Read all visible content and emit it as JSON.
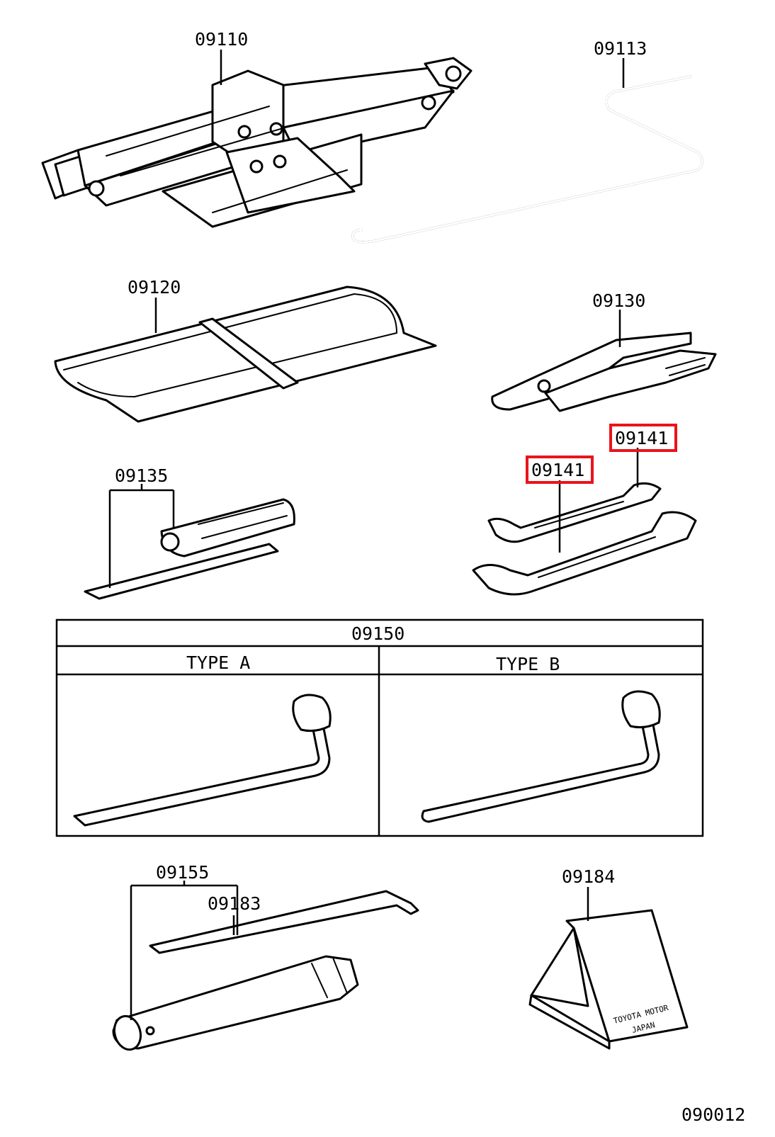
{
  "parts": {
    "jack": "09110",
    "handle": "09113",
    "tool_bag": "09120",
    "pliers": "09130",
    "screwdriver": "09135",
    "wrench_upper": "09141",
    "wrench_lower": "09141",
    "hub_nut_wrench": "09150",
    "jack_handle": "09155",
    "extension_bar": "09183",
    "wheel_chock": "09184"
  },
  "table": {
    "header": "09150",
    "type_a": "TYPE A",
    "type_b": "TYPE B"
  },
  "chock_text_line1": "TOYOTA MOTOR",
  "chock_text_line2": "JAPAN",
  "diagram_id": "090012",
  "highlight_color": "#e8141c"
}
